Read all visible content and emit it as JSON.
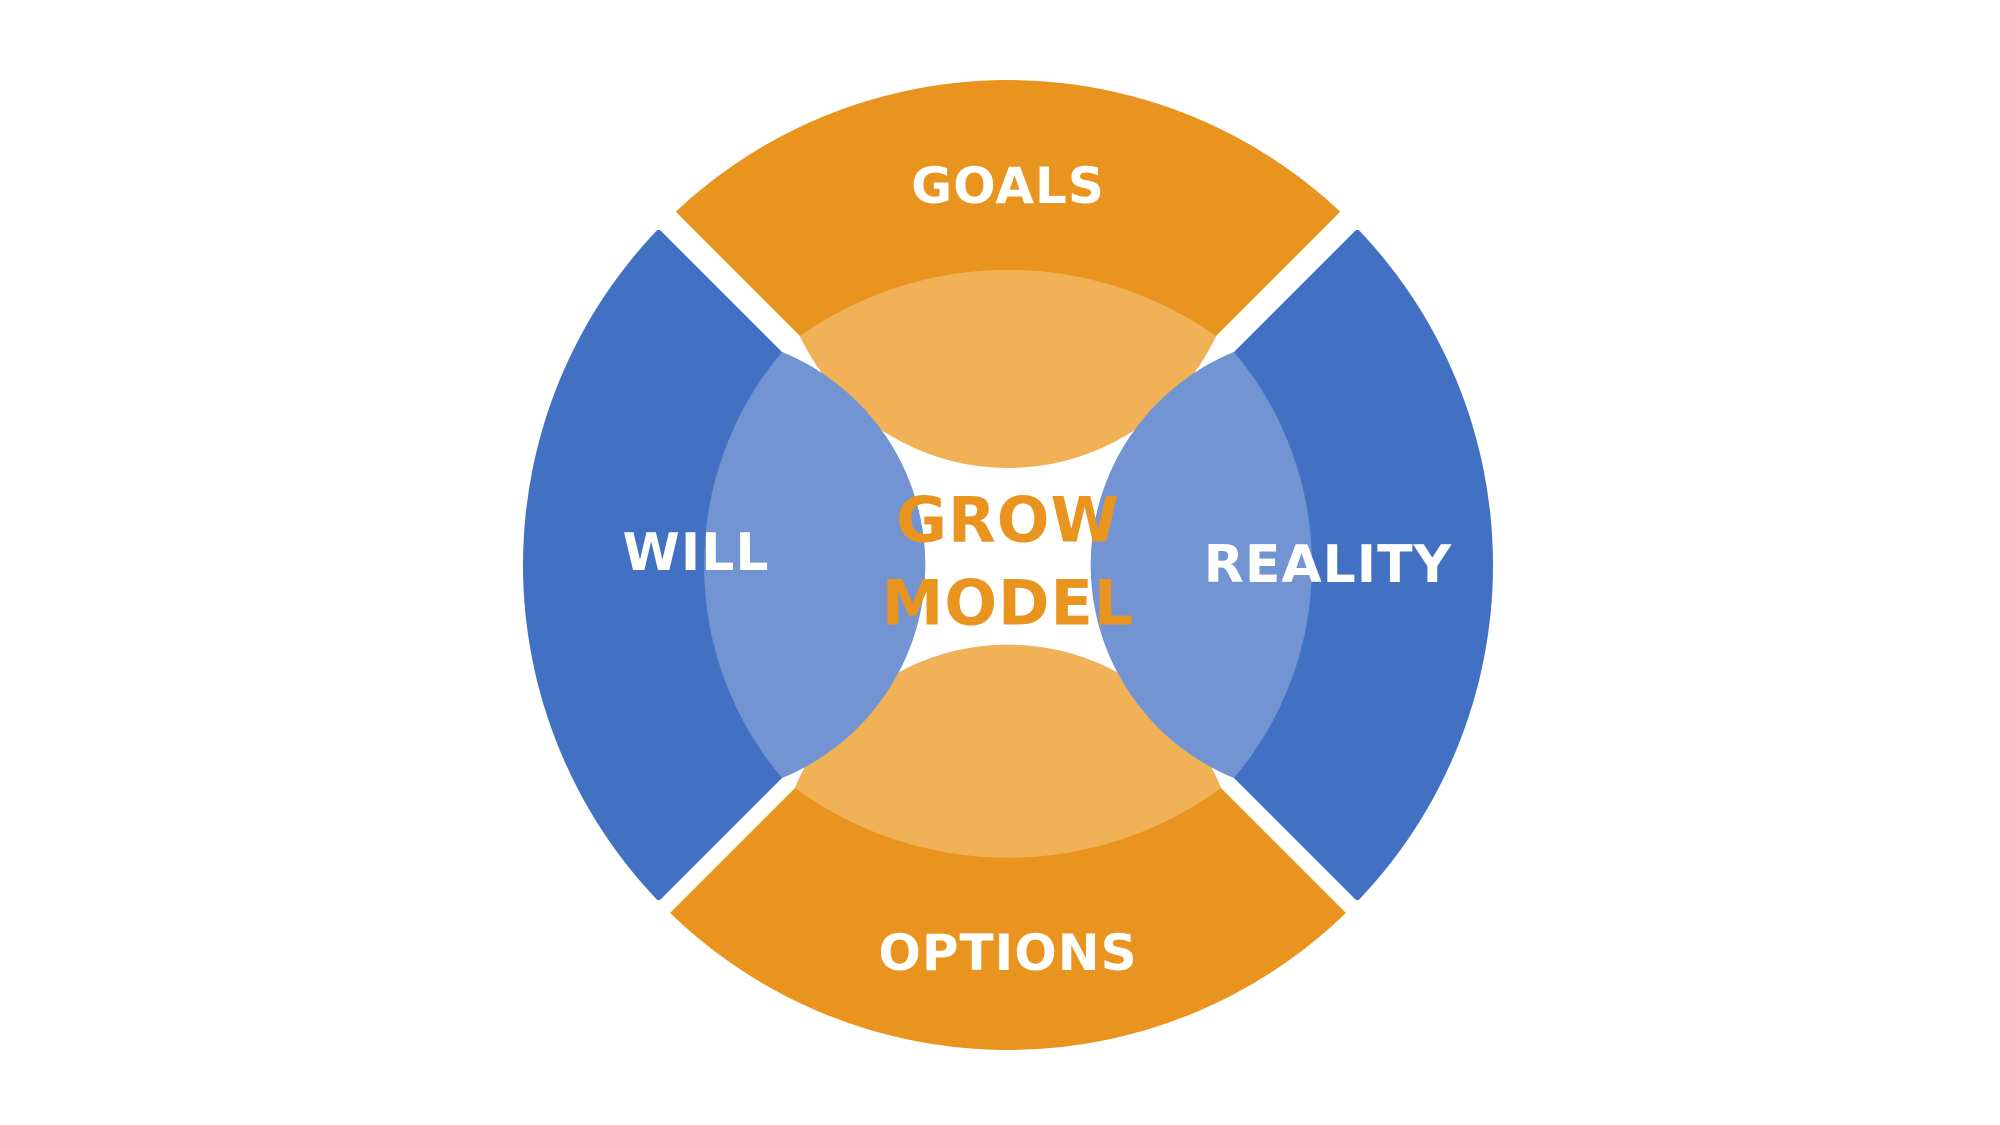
{
  "diagram": {
    "center": {
      "line1": "GROW",
      "line2": "MODEL"
    },
    "segments": {
      "goals": "GOALS",
      "reality": "REALITY",
      "options": "OPTIONS",
      "will": "WILL"
    },
    "colors": {
      "orange": "#E8941F",
      "orange_light": "#F0B157",
      "blue": "#4271C4",
      "blue_light": "#7394D3",
      "center_text": "#E8941F",
      "background": "#FFFFFF"
    }
  }
}
